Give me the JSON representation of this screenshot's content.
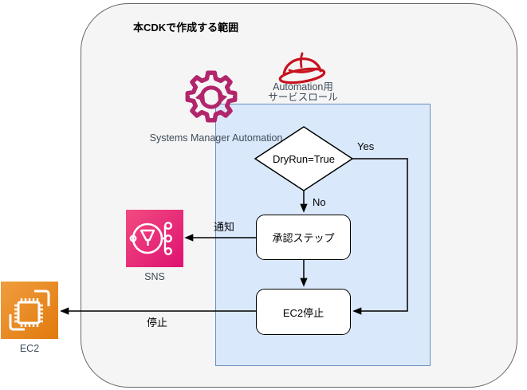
{
  "title": "本CDKで作成する範囲",
  "colors": {
    "outer_fill": "#F5F5F5",
    "outer_border": "#666666",
    "scope_fill": "#DAE8FC",
    "scope_border": "#6C8EBF",
    "ssm_pink": "#B2256B",
    "iam_red": "#C7131F",
    "sns_grad_start": "#F24B80",
    "sns_grad_end": "#DE1271",
    "ec2_grad_start": "#F09D3E",
    "ec2_grad_end": "#E17A0E",
    "label_color": "#3E4C59"
  },
  "services": {
    "ssm": {
      "label": "Systems Manager Automation"
    },
    "role": {
      "label_line1": "Automation用",
      "label_line2": "サービスロール"
    },
    "sns": {
      "label": "SNS"
    },
    "ec2": {
      "label": "EC2"
    }
  },
  "flow": {
    "decision_label": "DryRun=True",
    "yes_label": "Yes",
    "no_label": "No",
    "approval_label": "承認ステップ",
    "stop_node_label": "EC2停止",
    "notify_edge_label": "通知",
    "stop_edge_label": "停止"
  }
}
